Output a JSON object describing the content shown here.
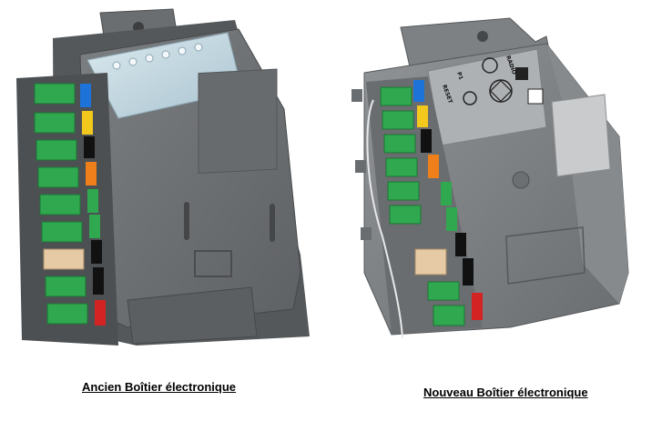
{
  "captions": {
    "old": "Ancien Boîtier électronique",
    "new": "Nouveau Boîtier électronique"
  },
  "new_box_labels": {
    "radio": "RADIO",
    "p1": "P1",
    "reset": "RESET"
  },
  "colors": {
    "terminal_green": "#2fa84f",
    "label_blue": "#1e73d8",
    "label_yellow": "#f2c81d",
    "label_orange": "#ef7f1a",
    "label_red": "#d42323",
    "housing_grey": "#6f7275",
    "cover_light": "#c8dde6"
  }
}
